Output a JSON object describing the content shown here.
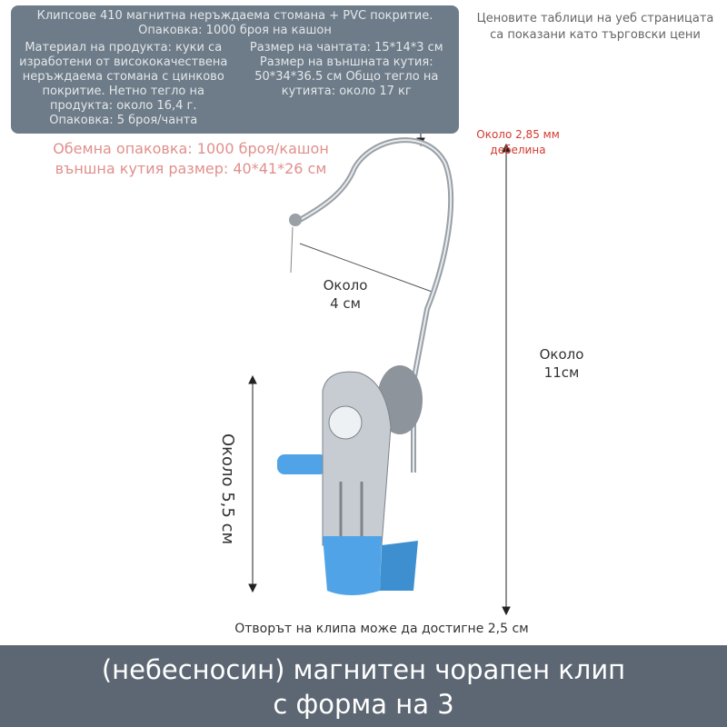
{
  "overlay": {
    "layer1": "Клипсове 410 магнитна неръждаема стомана + PVC покритие. Опаковка: 1000 броя на кашон",
    "layer2_left": "Материал на продукта: куки са изработени от висококачествена неръждаема стомана с цинково покритие. Нетно тегло на продукта: около 16,4 г. Опаковка: 5 броя/чанта",
    "layer2_right": "Размер на чантата: 15*14*3 см Размер на външната кутия: 50*34*36.5 см Общо тегло на кутията: около 17 кг"
  },
  "pricing_note": "Ценовите таблици на уеб страницата са показани като търговски цени",
  "bulk_packaging": {
    "line1": "Обемна опаковка: 1000 броя/кашон",
    "line2": "външна кутия размер: 40*41*26 см"
  },
  "dimensions": {
    "thickness": "Около 2,85 мм дебелина",
    "hook_width": {
      "line1": "Около",
      "line2": "4 см"
    },
    "total_height": {
      "line1": "Около",
      "line2": "11см"
    },
    "clip_height": "Около 5,5 см",
    "clip_opening": "Отворът на клипа може да достигне 2,5 см"
  },
  "banner": {
    "line1": "(небесносин) магнитен чорапен клип",
    "line2": "с форма на 3"
  },
  "colors": {
    "accent_blue": "#4fa3e6",
    "banner": "#5c6773"
  }
}
